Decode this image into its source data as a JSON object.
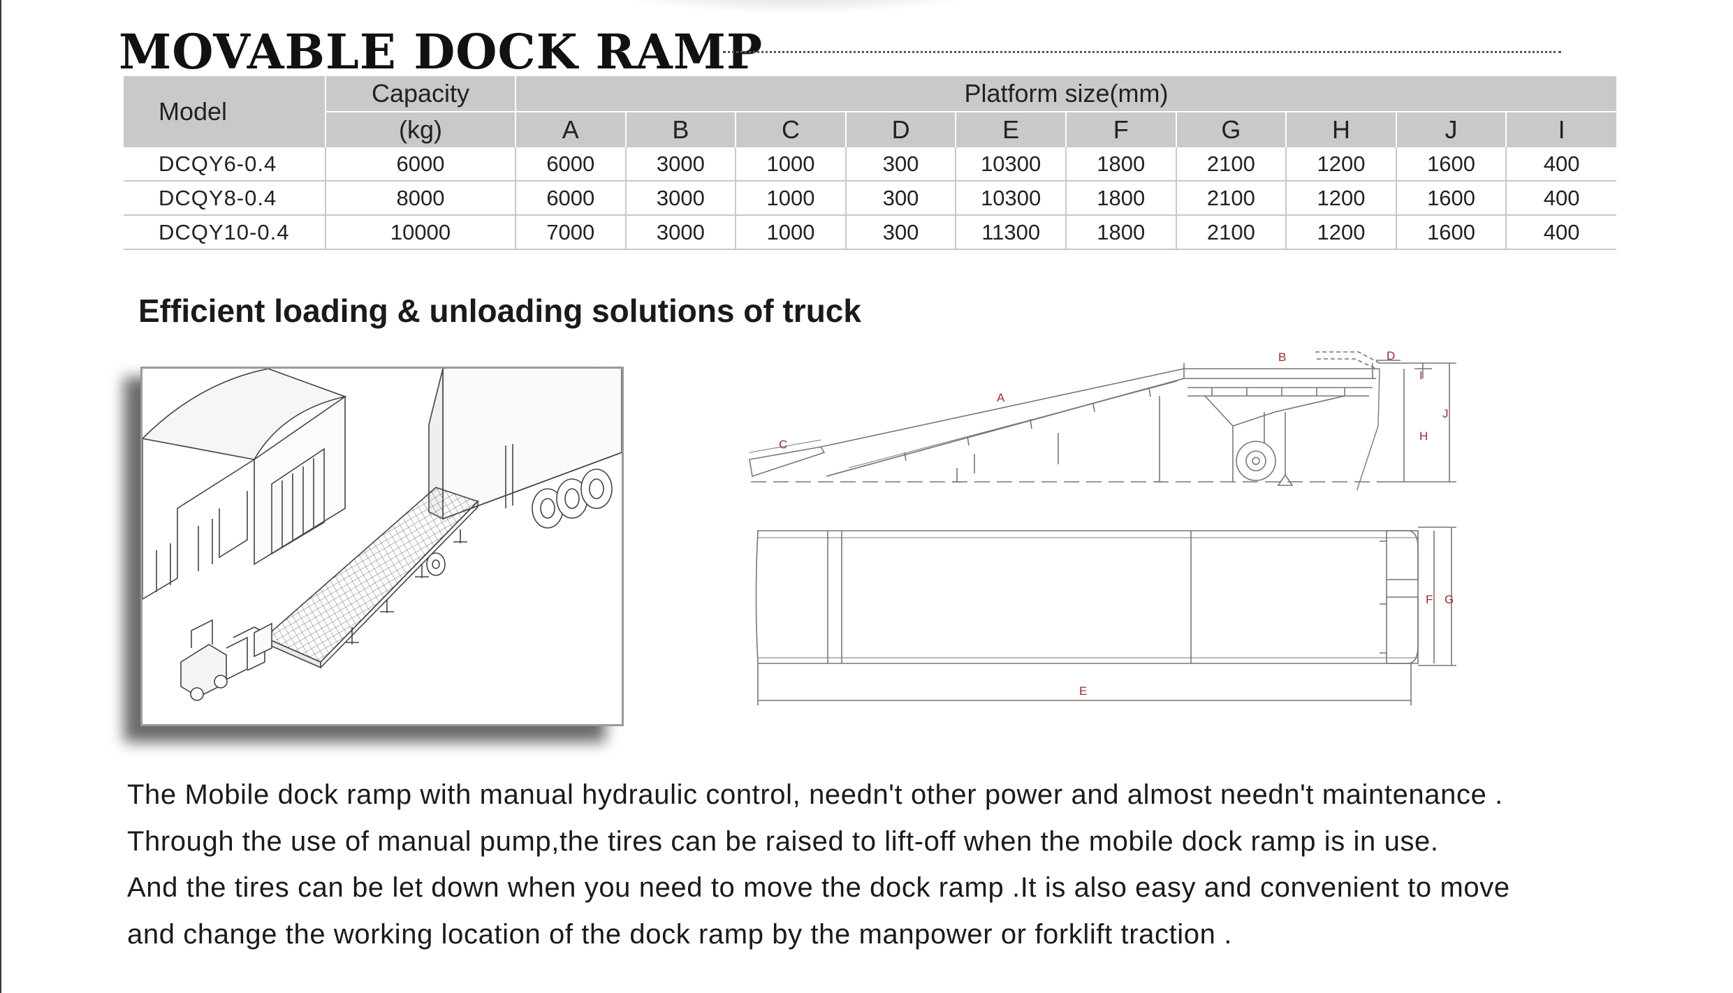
{
  "page": {
    "title": "MOVABLE DOCK RAMP",
    "subtitle": "Efficient loading & unloading solutions of truck"
  },
  "spec_table": {
    "header": {
      "model": "Model",
      "capacity_line1": "Capacity",
      "capacity_line2": "(kg)",
      "platform_size": "Platform size(mm)",
      "dimension_columns": [
        "A",
        "B",
        "C",
        "D",
        "E",
        "F",
        "G",
        "H",
        "J",
        "I"
      ]
    },
    "rows": [
      {
        "model": "DCQY6-0.4",
        "capacity": "6000",
        "dims": [
          "6000",
          "3000",
          "1000",
          "300",
          "10300",
          "1800",
          "2100",
          "1200",
          "1600",
          "400"
        ]
      },
      {
        "model": "DCQY8-0.4",
        "capacity": "8000",
        "dims": [
          "6000",
          "3000",
          "1000",
          "300",
          "10300",
          "1800",
          "2100",
          "1200",
          "1600",
          "400"
        ]
      },
      {
        "model": "DCQY10-0.4",
        "capacity": "10000",
        "dims": [
          "7000",
          "3000",
          "1000",
          "300",
          "11300",
          "1800",
          "2100",
          "1200",
          "1600",
          "400"
        ]
      }
    ]
  },
  "drawing_labels": {
    "side": {
      "A": "A",
      "B": "B",
      "C": "C",
      "D": "D",
      "H": "H",
      "I": "I",
      "J": "J"
    },
    "top": {
      "E": "E",
      "F": "F",
      "G": "G"
    }
  },
  "description": {
    "lines": [
      "The Mobile dock ramp with manual hydraulic control, needn't other power and almost needn't maintenance .",
      "Through the use of manual pump,the tires can be raised to lift-off when the mobile dock ramp is in use.",
      "And the tires can be let down when you need to move the dock ramp .It is also easy and convenient to move",
      "and change the working location of the dock ramp by the manpower or forklift traction ."
    ]
  }
}
